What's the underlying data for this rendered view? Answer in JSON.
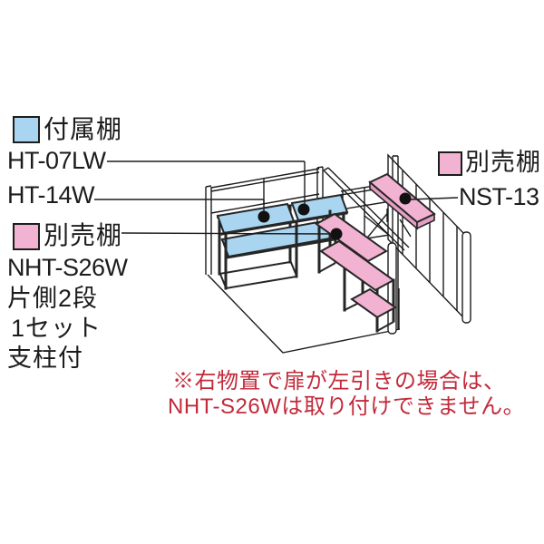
{
  "colors": {
    "shelf_blue": "#a9d5f0",
    "shelf_pink": "#f2b2d1",
    "note_red": "#c22a3a",
    "line_dark": "#1c1c1c"
  },
  "legend_attached_shelf": {
    "swatch": "blue-square",
    "title": "付属棚",
    "models": [
      "HT-07LW",
      "HT-14W"
    ]
  },
  "legend_optional_shelf_left": {
    "swatch": "pink-square",
    "title": "別売棚",
    "model": "NHT-S26W",
    "details": [
      "片側2段",
      "1セット",
      "支柱付"
    ]
  },
  "legend_optional_shelf_right": {
    "swatch": "pink-square",
    "title": "別売棚",
    "model": "NST-13"
  },
  "note": {
    "line1": "※右物置で扉が左引きの場合は、",
    "line2": "NHT-S26Wは取り付けできません。"
  }
}
